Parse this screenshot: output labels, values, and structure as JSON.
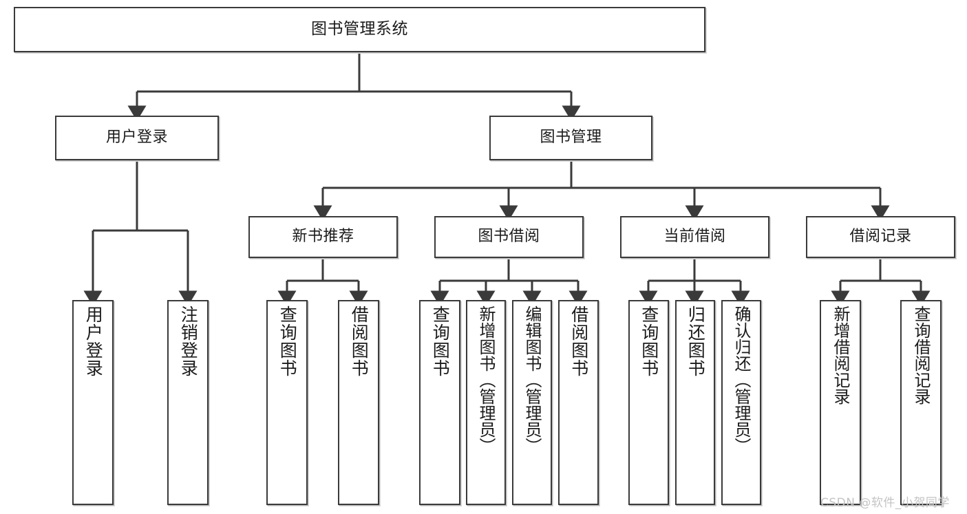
{
  "diagram": {
    "title": "图书管理系统",
    "type": "tree-hierarchy-chart",
    "orientation": "top-down",
    "colors": {
      "box_border": "#3a3a3a",
      "box_fill": "#ffffff",
      "edge": "#3a3a3a",
      "text": "#1b1b1b",
      "watermark": "#c4c4c4",
      "background": "#ffffff"
    }
  },
  "watermark": {
    "text": "CSDN @软件_小贺同学"
  },
  "nodes": {
    "root": {
      "label": "图书管理系统"
    },
    "level2": [
      {
        "id": "user-login",
        "label": "用户登录"
      },
      {
        "id": "book-management",
        "label": "图书管理"
      }
    ],
    "level3": [
      {
        "id": "new-book-recommend",
        "label": "新书推荐"
      },
      {
        "id": "book-borrow",
        "label": "图书借阅"
      },
      {
        "id": "current-borrow",
        "label": "当前借阅"
      },
      {
        "id": "borrow-record",
        "label": "借阅记录"
      }
    ],
    "leaves": {
      "user_login": [
        {
          "id": "leaf-user-login",
          "label": "用户登录"
        },
        {
          "id": "leaf-logout-login",
          "label": "注销登录"
        }
      ],
      "new_book_recommend": [
        {
          "id": "leaf-query-book-1",
          "label": "查询图书"
        },
        {
          "id": "leaf-borrow-book-1",
          "label": "借阅图书"
        }
      ],
      "book_borrow": [
        {
          "id": "leaf-query-book-2",
          "label": "查询图书"
        },
        {
          "id": "leaf-add-book",
          "label": "新增图书（管理员）"
        },
        {
          "id": "leaf-edit-book",
          "label": "编辑图书（管理员）"
        },
        {
          "id": "leaf-borrow-book-2",
          "label": "借阅图书"
        }
      ],
      "current_borrow": [
        {
          "id": "leaf-query-book-3",
          "label": "查询图书"
        },
        {
          "id": "leaf-return-book",
          "label": "归还图书"
        },
        {
          "id": "leaf-confirm-return",
          "label": "确认归还（管理员）"
        }
      ],
      "borrow_record": [
        {
          "id": "leaf-add-record",
          "label": "新增借阅记录"
        },
        {
          "id": "leaf-query-record",
          "label": "查询借阅记录"
        }
      ]
    }
  },
  "chart_data": {
    "type": "table",
    "title": "图书管理系统",
    "hierarchy": [
      {
        "node": "图书管理系统",
        "children": [
          {
            "node": "用户登录",
            "children": [
              {
                "node": "用户登录"
              },
              {
                "node": "注销登录"
              }
            ]
          },
          {
            "node": "图书管理",
            "children": [
              {
                "node": "新书推荐",
                "children": [
                  {
                    "node": "查询图书"
                  },
                  {
                    "node": "借阅图书"
                  }
                ]
              },
              {
                "node": "图书借阅",
                "children": [
                  {
                    "node": "查询图书"
                  },
                  {
                    "node": "新增图书（管理员）"
                  },
                  {
                    "node": "编辑图书（管理员）"
                  },
                  {
                    "node": "借阅图书"
                  }
                ]
              },
              {
                "node": "当前借阅",
                "children": [
                  {
                    "node": "查询图书"
                  },
                  {
                    "node": "归还图书"
                  },
                  {
                    "node": "确认归还（管理员）"
                  }
                ]
              },
              {
                "node": "借阅记录",
                "children": [
                  {
                    "node": "新增借阅记录"
                  },
                  {
                    "node": "查询借阅记录"
                  }
                ]
              }
            ]
          }
        ]
      }
    ]
  }
}
